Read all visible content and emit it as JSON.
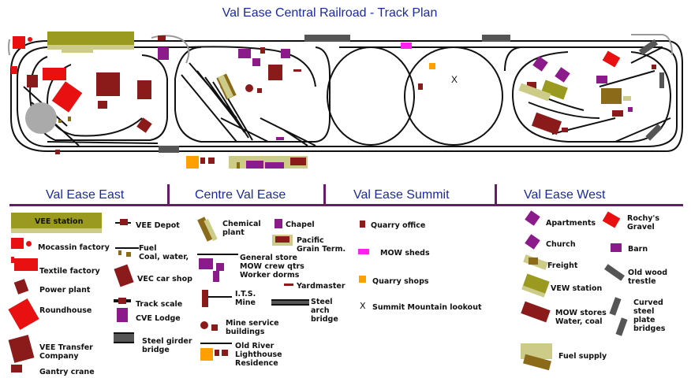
{
  "title": "Val Ease Central Railroad - Track Plan",
  "summit_marker": "X",
  "sections": [
    "Val Ease East",
    "Centre Val Ease",
    "Val Ease Summit",
    "Val Ease West"
  ],
  "legend": {
    "east": {
      "vee_station": "VEE station",
      "mocassin_factory": "Mocassin factory",
      "textile_factory": "Textile factory",
      "power_plant": "Power plant",
      "roundhouse": "Roundhouse",
      "vee_transfer": "VEE Transfer\nCompany",
      "gantry_crane": "Gantry crane",
      "vee_depot": "VEE Depot",
      "fuel": "Fuel\nCoal, water,",
      "vec_car_shop": "VEC car shop",
      "track_scale": "Track scale",
      "cve_lodge": "CVE Lodge",
      "steel_girder_bridge": "Steel girder\nbridge"
    },
    "centre": {
      "chemical_plant": "Chemical\nplant",
      "chapel": "Chapel",
      "pacific_grain": "Pacific\nGrain Term.",
      "general_store": "General store\nMOW crew qtrs\nWorker dorms",
      "yardmaster": "Yardmaster",
      "its_mine": "I.T.S.\nMine",
      "steel_arch_bridge": "Steel\narch\nbridge",
      "mine_service": "Mine service\nbuildings",
      "old_river": "Old River\nLighthouse\nResidence"
    },
    "summit": {
      "quarry_office": "Quarry office",
      "mow_sheds": "MOW sheds",
      "quarry_shops": "Quarry shops",
      "lookout_symbol": "X",
      "lookout": "Summit Mountain lookout"
    },
    "west": {
      "apartments": "Apartments",
      "church": "Church",
      "freight": "Freight",
      "vew_station": "VEW station",
      "mow_stores": "MOW stores\nWater, coal",
      "fuel_supply": "Fuel supply",
      "rochys_gravel": "Rochy's\nGravel",
      "barn": "Barn",
      "old_wood_trestle": "Old wood\ntrestle",
      "curved_steel_bridges": "Curved\nsteel\nplate\nbridges"
    }
  },
  "colors": {
    "title_blue": "#1a2aa0",
    "divider_purple": "#6a1a6a",
    "station_olive": "#9a9a20",
    "station_tan": "#cccc88",
    "red": "#e81010",
    "maroon": "#8b1a1a",
    "purple": "#8b1a8b",
    "magenta": "#ff22ee",
    "orange": "#ffa000",
    "brown": "#8b6a1a",
    "track": "#111111",
    "bridge_gray": "#555555",
    "turntable_gray": "#aaaaaa"
  }
}
